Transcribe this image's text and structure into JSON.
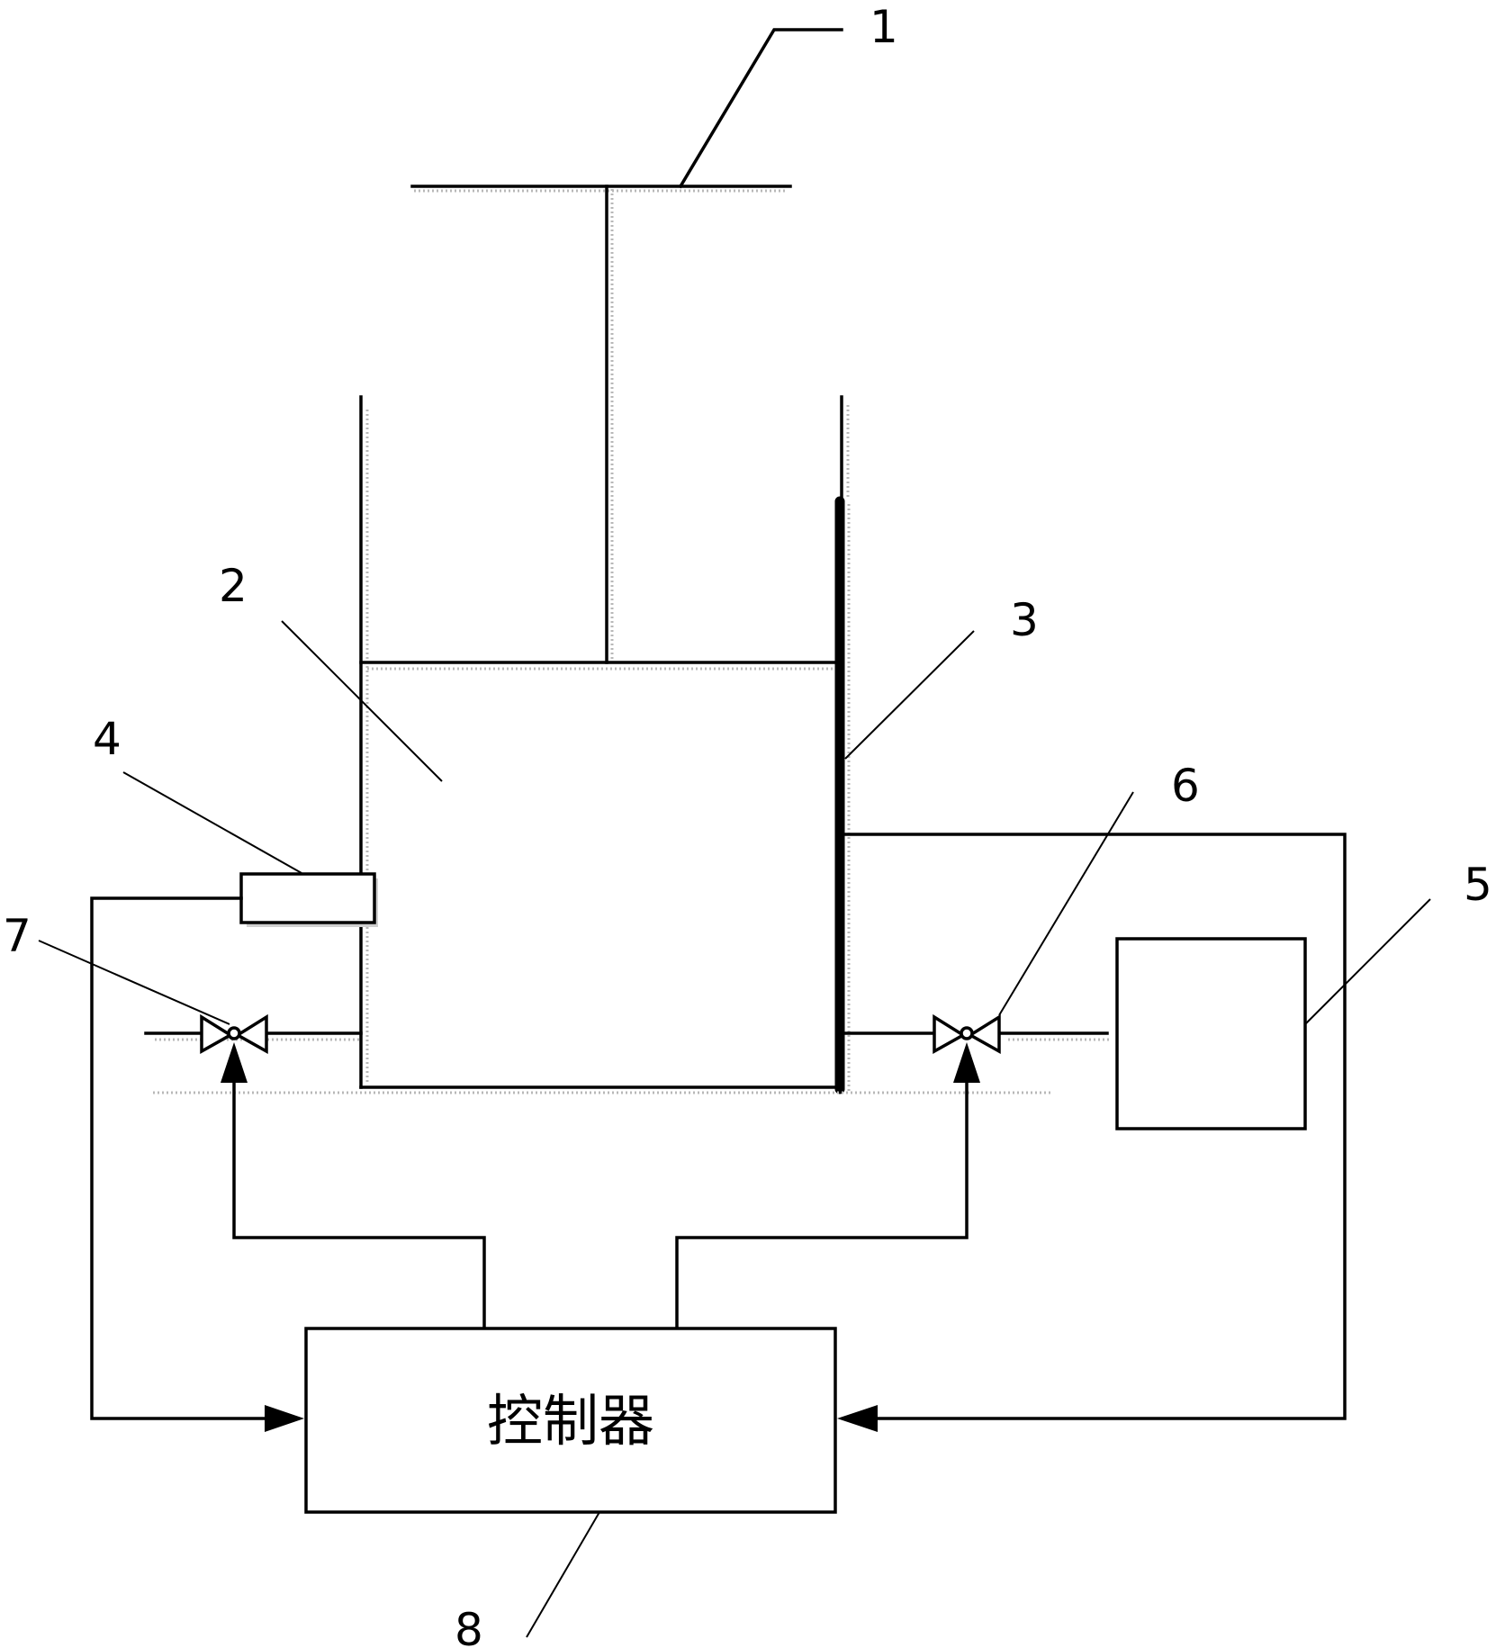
{
  "figure": {
    "type": "schematic",
    "description": "Piston cylinder control system with sensor, valves, power source and controller"
  },
  "callouts": [
    {
      "number": "1",
      "part": "piston rod top plate"
    },
    {
      "number": "2",
      "part": "piston chamber"
    },
    {
      "number": "3",
      "part": "electrode wall"
    },
    {
      "number": "4",
      "part": "sensor"
    },
    {
      "number": "5",
      "part": "power unit"
    },
    {
      "number": "6",
      "part": "outlet valve"
    },
    {
      "number": "7",
      "part": "inlet valve"
    },
    {
      "number": "8",
      "part": "controller"
    }
  ],
  "controller": {
    "label": "控制器"
  },
  "colors": {
    "line": "#000000",
    "background": "#ffffff",
    "shadow": "#b8b8b8"
  }
}
